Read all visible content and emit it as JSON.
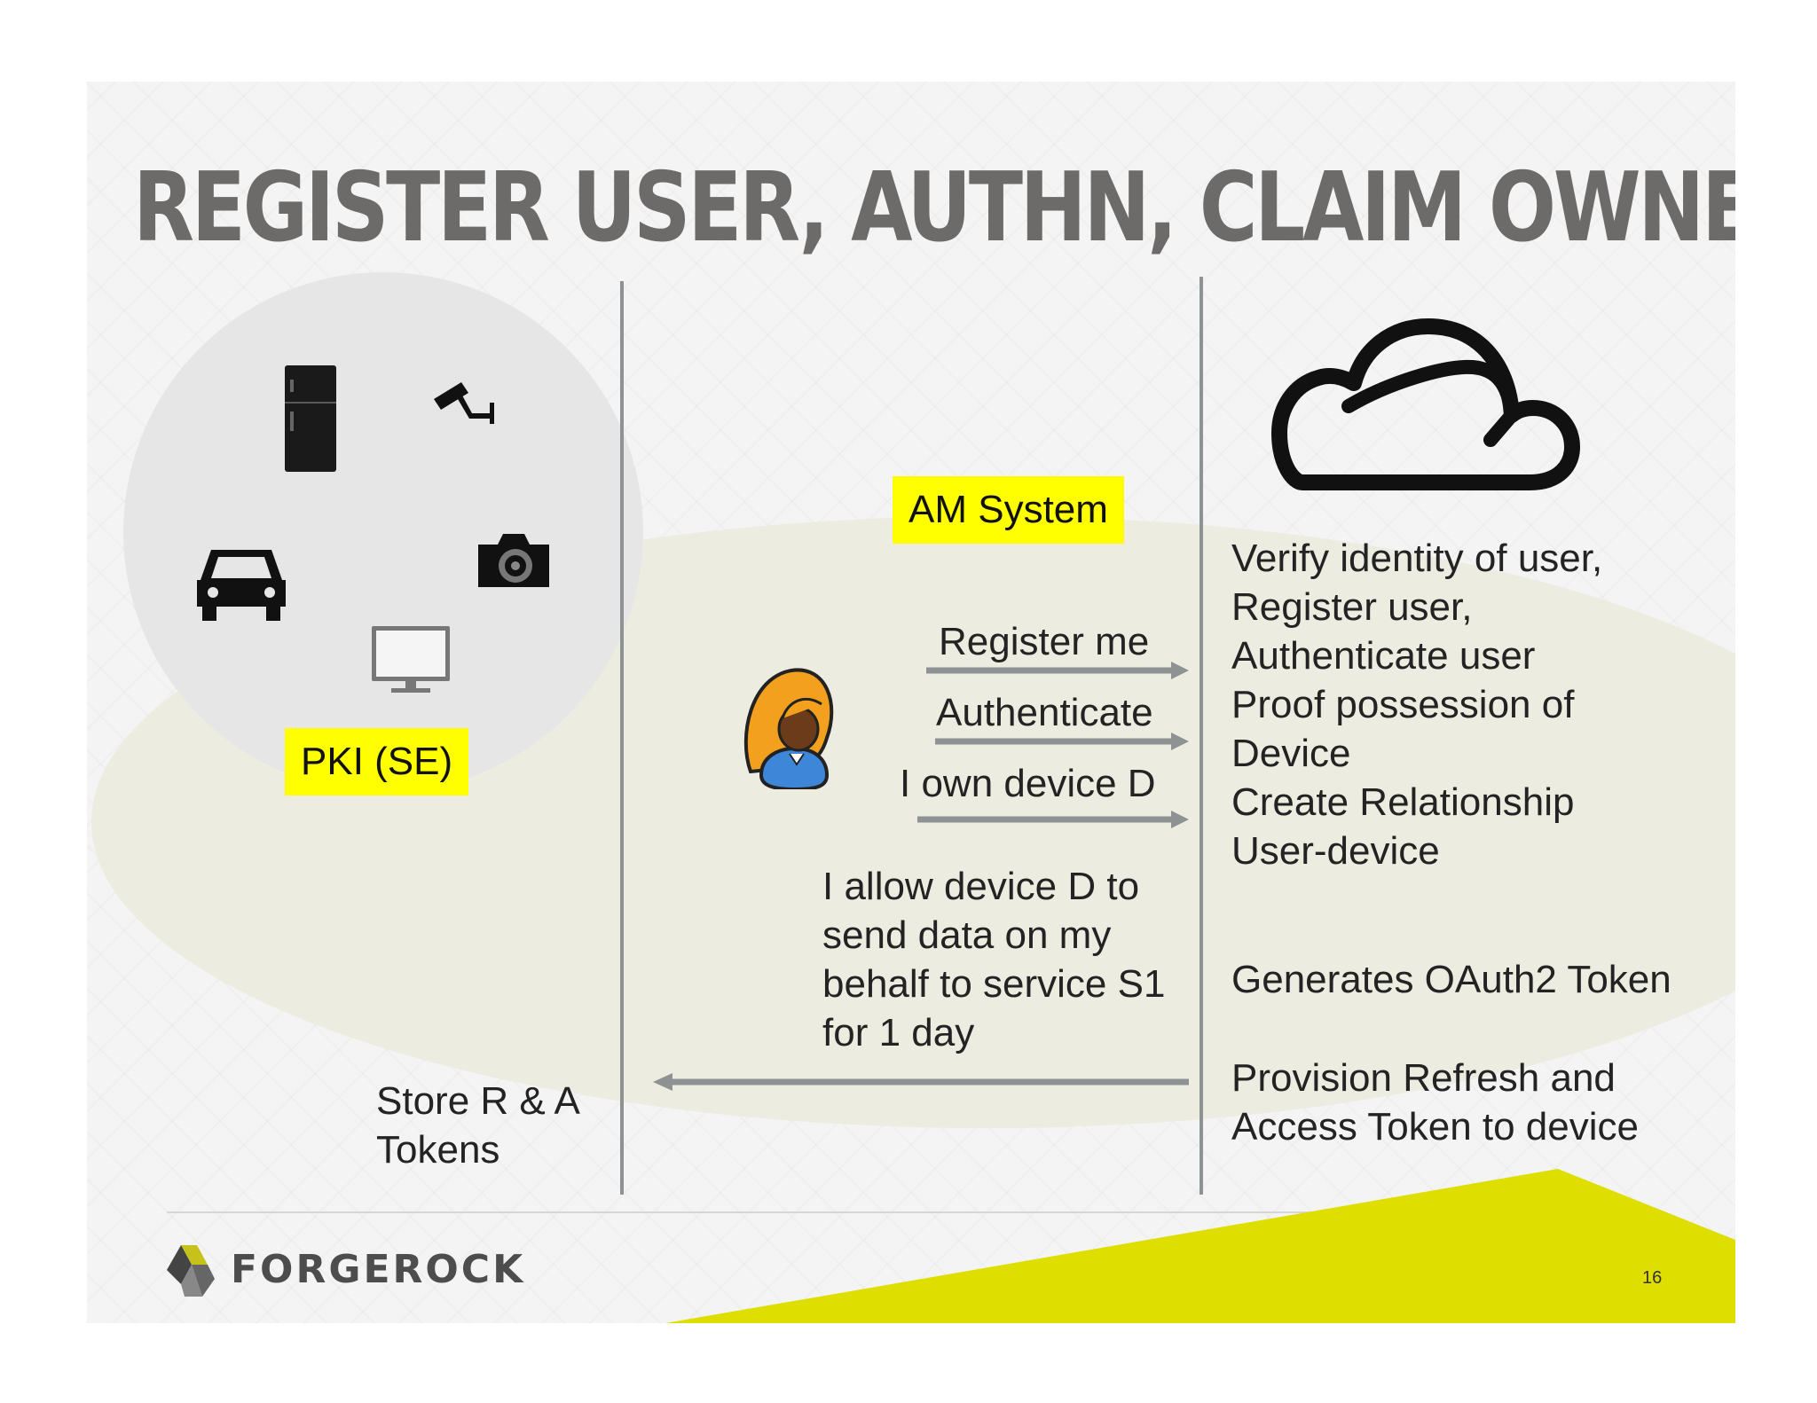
{
  "slide": {
    "title": "Register user, AuthN, Claim ownership",
    "page_number": "16",
    "brand": "FORGEROCK"
  },
  "labels": {
    "pki": "PKI (SE)",
    "am_system": "AM System"
  },
  "messages": {
    "register_me": "Register me",
    "authenticate": "Authenticate",
    "own_device": "I own device D",
    "allow": [
      "I allow device D to",
      "send data on my",
      "behalf to service S1",
      "for 1 day"
    ],
    "store_tokens": [
      "Store R & A",
      "Tokens"
    ]
  },
  "cloud_actions": {
    "verify": [
      "Verify identity of user,",
      "Register user,",
      "Authenticate user",
      "Proof possession of",
      "Device",
      "Create Relationship",
      "User-device"
    ],
    "generates": "Generates OAuth2 Token",
    "provision": [
      "Provision Refresh and",
      "Access Token to device"
    ]
  },
  "icons": [
    "fridge-icon",
    "security-camera-icon",
    "car-icon",
    "camera-icon",
    "monitor-icon",
    "user-avatar-icon",
    "cloud-icon",
    "forgerock-logo-icon"
  ],
  "colors": {
    "highlight": "#ffff00",
    "accent": "#dede00",
    "title": "#6d6a6a",
    "arrow": "#8e9293"
  }
}
